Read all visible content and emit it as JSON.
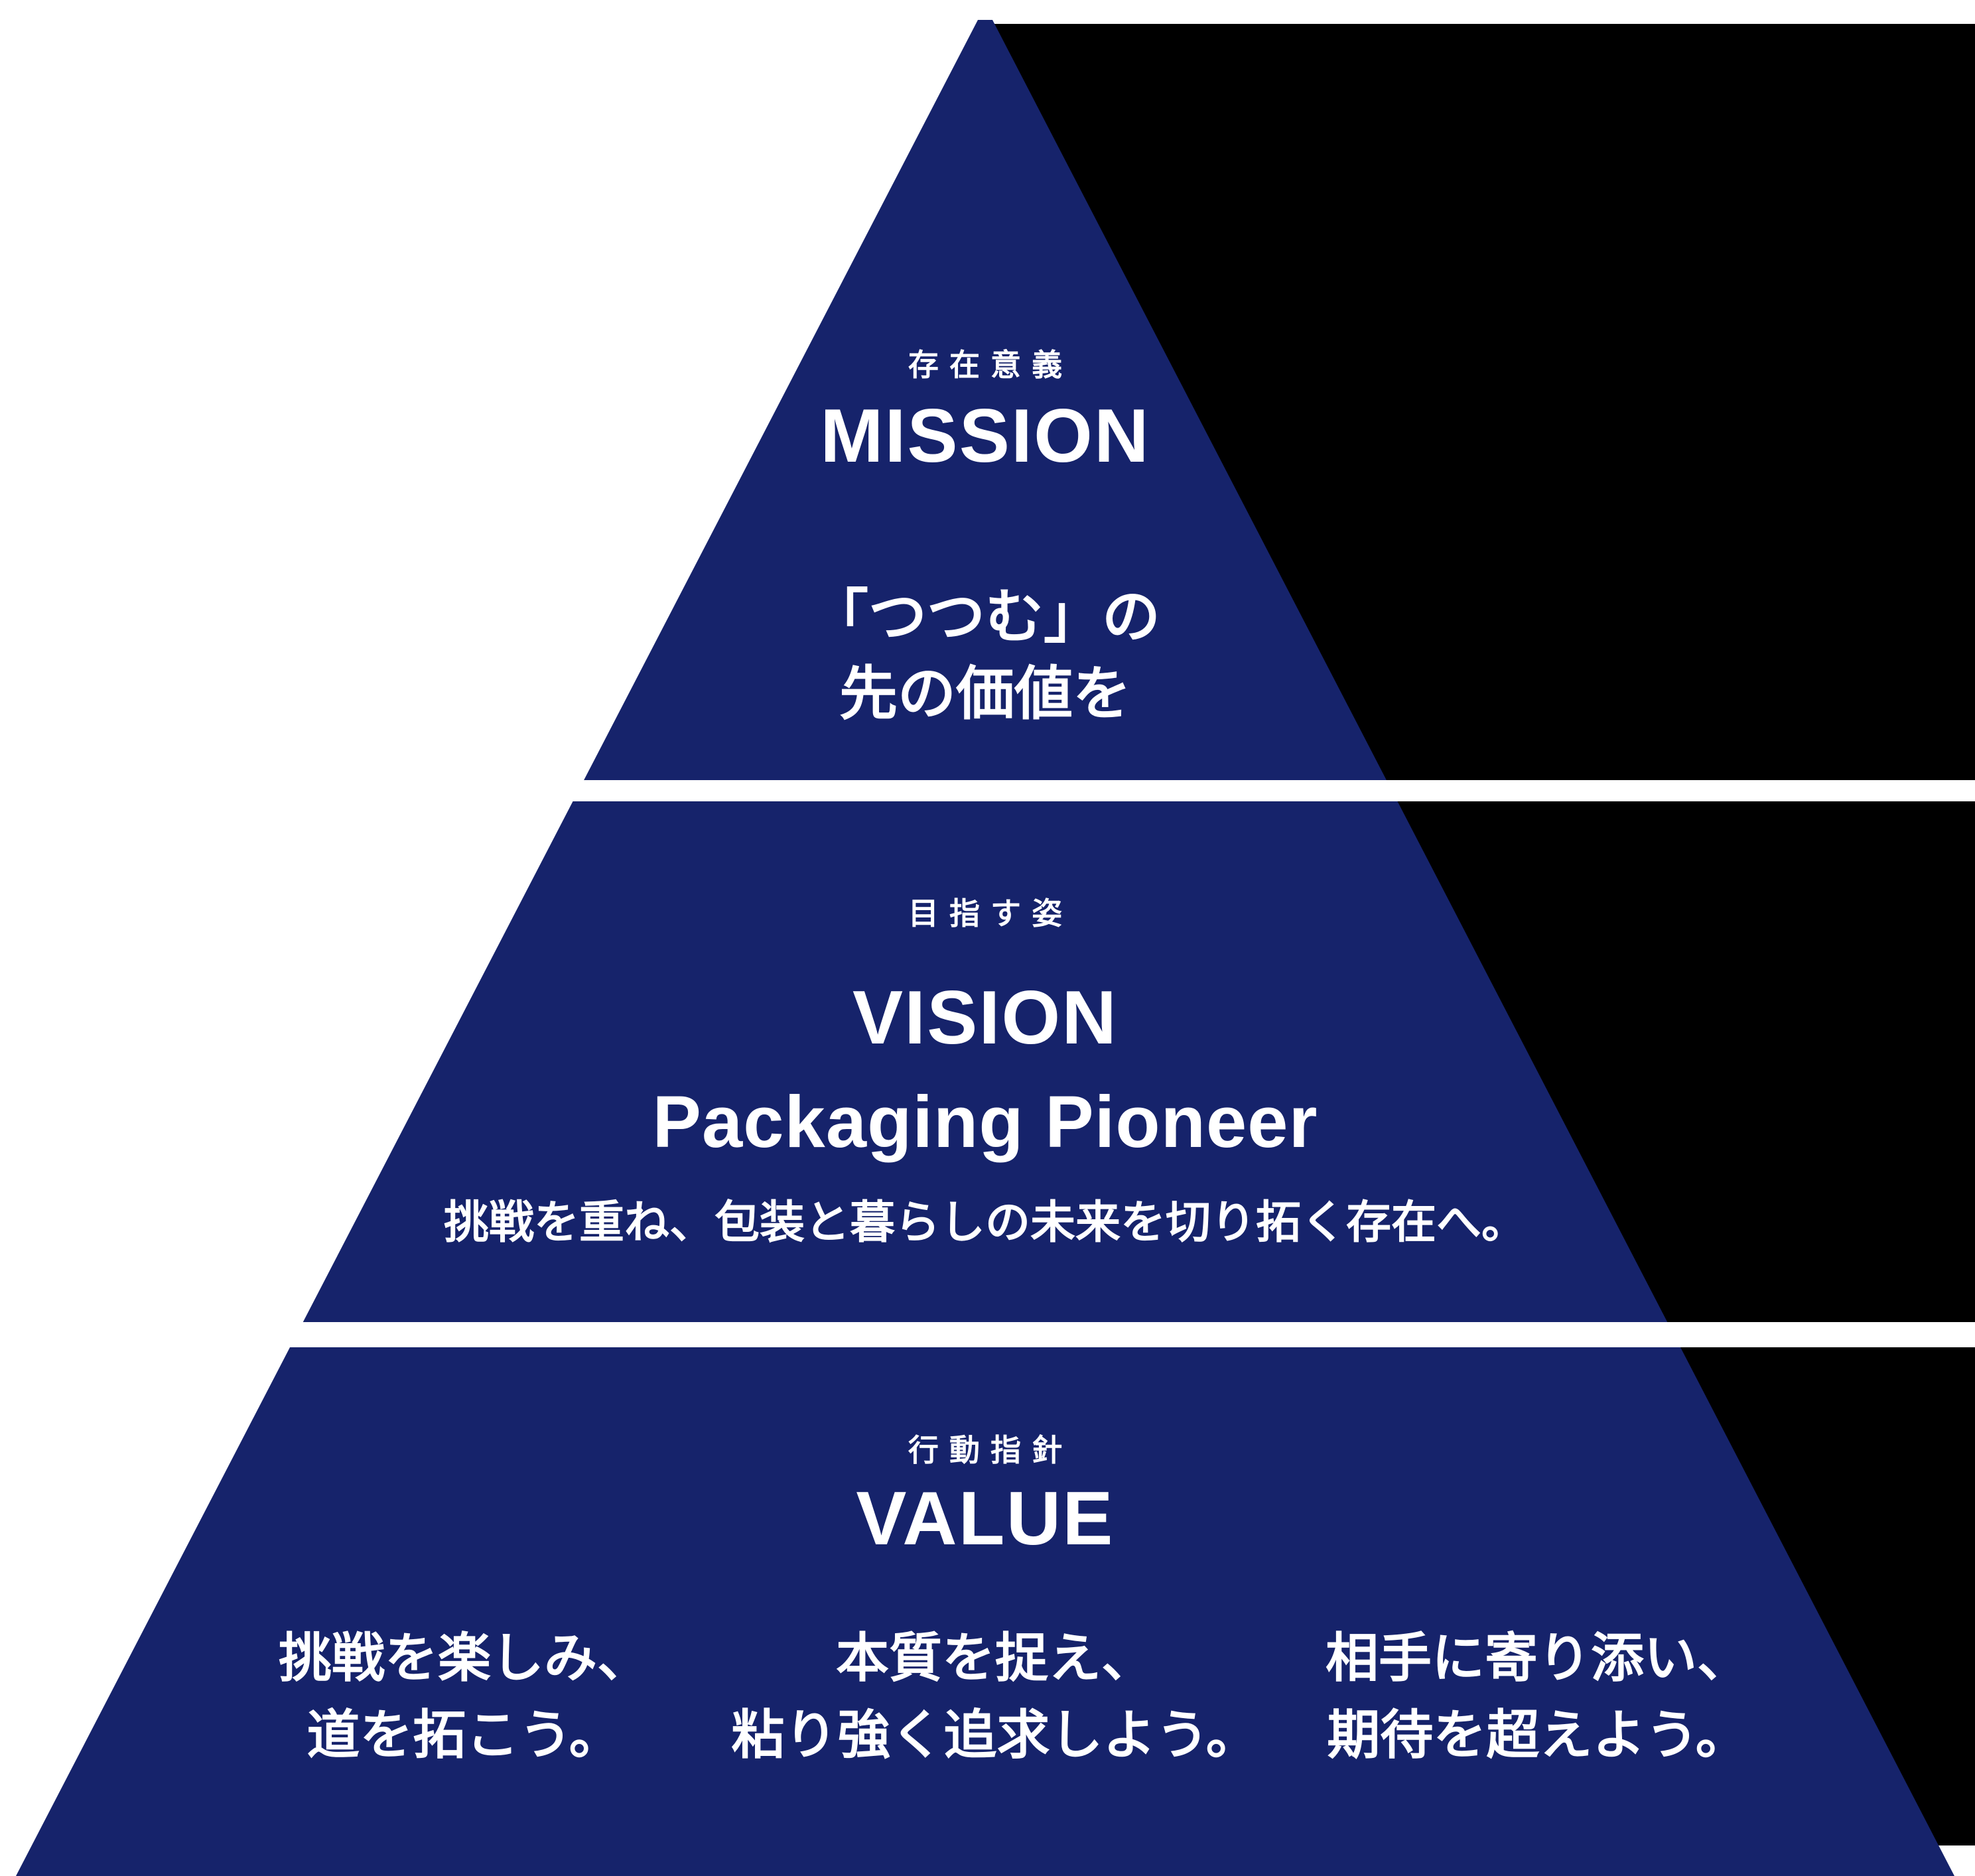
{
  "colors": {
    "pyramid": "#16236B",
    "backdrop": "#000000",
    "background": "#FFFFFF",
    "text": "#FFFFFF"
  },
  "tiers": [
    {
      "id": "mission",
      "kicker": "存在意義",
      "title": "MISSION",
      "statement_lines": [
        "「つつむ」の",
        "先の価値を"
      ]
    },
    {
      "id": "vision",
      "kicker": "目指す姿",
      "title": "VISION",
      "statement": "Packaging Pioneer",
      "sub_statement": "挑戦を重ね、包装と暮らしの未来を切り拓く存在へ。"
    },
    {
      "id": "value",
      "kicker": "行動指針",
      "title": "VALUE",
      "values": [
        {
          "lines": [
            "挑戦を楽しみ、",
            "道を拓こう。"
          ]
        },
        {
          "lines": [
            "本質を捉え、",
            "粘り強く追求しよう。"
          ]
        },
        {
          "lines": [
            "相手に寄り添い、",
            "期待を超えよう。"
          ]
        }
      ]
    }
  ]
}
